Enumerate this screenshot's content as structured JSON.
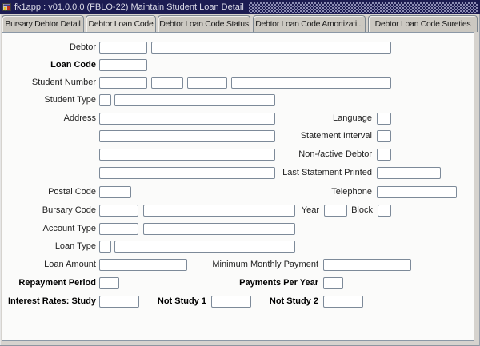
{
  "window": {
    "title": "fk1app : v01.0.0.0 (FBLO-22) Maintain Student Loan Detail",
    "app_icon": "form-icon"
  },
  "active_tab_index": 1,
  "tabs": [
    {
      "label": "Bursary Debtor Detail",
      "active": false
    },
    {
      "label": "Debtor Loan Code",
      "active": true
    },
    {
      "label": "Debtor Loan Code Status",
      "active": false
    },
    {
      "label": "Debtor Loan Code Amortizati...",
      "active": false
    },
    {
      "label": "Debtor Loan Code Sureties",
      "active": false
    }
  ],
  "form": {
    "labels": {
      "debtor": "Debtor",
      "loan_code": "Loan Code",
      "student_number": "Student Number",
      "student_type": "Student Type",
      "address": "Address",
      "language": "Language",
      "statement_interval": "Statement Interval",
      "non_active_debtor": "Non-/active Debtor",
      "last_statement_printed": "Last Statement Printed",
      "postal_code": "Postal Code",
      "telephone": "Telephone",
      "bursary_code": "Bursary Code",
      "year": "Year",
      "block": "Block",
      "account_type": "Account Type",
      "loan_type": "Loan Type",
      "loan_amount": "Loan Amount",
      "minimum_monthly_payment": "Minimum Monthly Payment",
      "repayment_period": "Repayment Period",
      "payments_per_year": "Payments Per Year",
      "interest_rates_study": "Interest Rates: Study",
      "not_study_1": "Not Study 1",
      "not_study_2": "Not Study 2"
    },
    "field_values": {
      "debtor_code": "",
      "debtor_name": "",
      "loan_code": "",
      "student_number_1": "",
      "student_number_2": "",
      "student_number_3": "",
      "student_number_4": "",
      "student_type": "",
      "student_type_desc": "",
      "address_line_1": "",
      "address_line_2": "",
      "address_line_3": "",
      "address_line_4": "",
      "language": "",
      "statement_interval": "",
      "non_active_debtor": "",
      "last_statement_printed": "",
      "postal_code": "",
      "telephone": "",
      "bursary_code": "",
      "bursary_code_desc": "",
      "year": "",
      "block": "",
      "account_type": "",
      "account_type_desc": "",
      "loan_type": "",
      "loan_type_desc": "",
      "loan_amount": "",
      "minimum_monthly_payment": "",
      "repayment_period": "",
      "payments_per_year": "",
      "interest_rates_study": "",
      "not_study_1": "",
      "not_study_2": ""
    }
  },
  "colors": {
    "titlebar_bg": "#1c1c52",
    "titlebar_text": "#dcdce8",
    "tab_active_bg": "#d9d6cf",
    "tab_inactive_bg": "#cbc8c1",
    "panel_bg": "#fbfbfa",
    "field_border": "#7d8a99",
    "window_bg": "#d6d3ce"
  }
}
